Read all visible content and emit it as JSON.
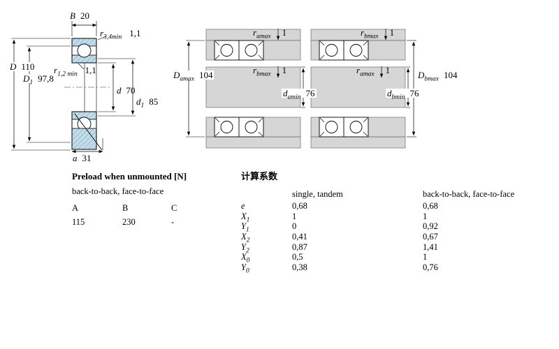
{
  "drawing": {
    "left": {
      "B": {
        "sym": "B",
        "sub": "",
        "val": "20"
      },
      "r34": {
        "sym": "r",
        "sub": "3,4min",
        "val": "1,1"
      },
      "D": {
        "sym": "D",
        "sub": "",
        "val": "110"
      },
      "D1": {
        "sym": "D",
        "sub": "1",
        "val": "97,8"
      },
      "r12": {
        "sym": "r",
        "sub": "1,2 min",
        "val": "1,1"
      },
      "d": {
        "sym": "d",
        "sub": "",
        "val": "70"
      },
      "d1": {
        "sym": "d",
        "sub": "1",
        "val": "85"
      },
      "a": {
        "sym": "a",
        "sub": "",
        "val": "31"
      }
    },
    "mount1": {
      "ramax": {
        "sym": "r",
        "sub": "amax",
        "val": "1"
      },
      "Damax": {
        "sym": "D",
        "sub": "amax",
        "val": "104"
      },
      "rbmax": {
        "sym": "r",
        "sub": "bmax",
        "val": "1"
      },
      "damin": {
        "sym": "d",
        "sub": "amin",
        "val": "76"
      }
    },
    "mount2": {
      "rbmax": {
        "sym": "r",
        "sub": "bmax",
        "val": "1"
      },
      "ramax": {
        "sym": "r",
        "sub": "amax",
        "val": "1"
      },
      "Dbmax": {
        "sym": "D",
        "sub": "bmax",
        "val": "104"
      },
      "dbmin": {
        "sym": "d",
        "sub": "bmin",
        "val": "76"
      }
    }
  },
  "preload": {
    "title": "Preload when unmounted [N]",
    "subtitle": "back-to-back, face-to-face",
    "headers": [
      "A",
      "B",
      "C"
    ],
    "values": [
      "115",
      "230",
      "-"
    ]
  },
  "factors": {
    "title": "计算系数",
    "col1": "single, tandem",
    "col2": "back-to-back, face-to-face",
    "rows": [
      {
        "sym": "e",
        "sub": "",
        "v1": "0,68",
        "v2": "0,68"
      },
      {
        "sym": "X",
        "sub": "1",
        "v1": "1",
        "v2": "1"
      },
      {
        "sym": "Y",
        "sub": "1",
        "v1": "0",
        "v2": "0,92"
      },
      {
        "sym": "X",
        "sub": "2",
        "v1": "0,41",
        "v2": "0,67"
      },
      {
        "sym": "Y",
        "sub": "2",
        "v1": "0,87",
        "v2": "1,41"
      },
      {
        "sym": "X",
        "sub": "0",
        "v1": "0,5",
        "v2": "1"
      },
      {
        "sym": "Y",
        "sub": "0",
        "v1": "0,38",
        "v2": "0,76"
      }
    ]
  },
  "colors": {
    "bearing_fill": "#c2dcea",
    "hatch_line": "#6f9fb8",
    "steel_gray": "#d6d6d6"
  }
}
